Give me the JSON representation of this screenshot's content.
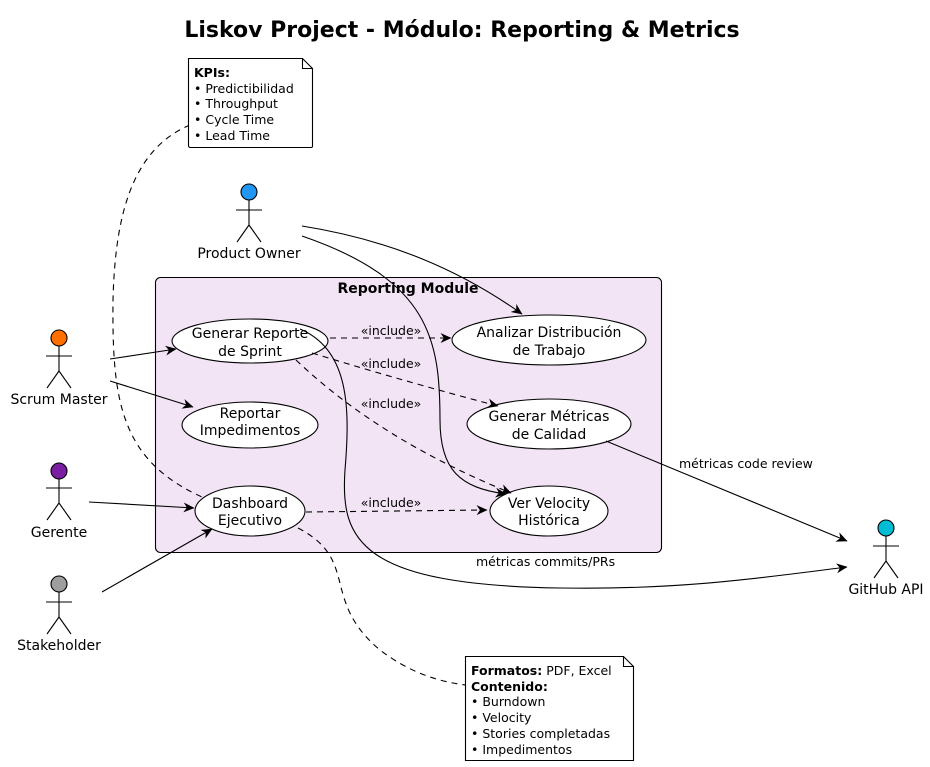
{
  "title": "Liskov Project - Módulo: Reporting & Metrics",
  "package": {
    "title": "Reporting Module",
    "fill": "#f2e4f4"
  },
  "actors": {
    "product_owner": {
      "label": "Product Owner",
      "color": "#2196f3"
    },
    "scrum_master": {
      "label": "Scrum Master",
      "color": "#ff6f00"
    },
    "gerente": {
      "label": "Gerente",
      "color": "#7b1fa2"
    },
    "stakeholder": {
      "label": "Stakeholder",
      "color": "#9e9e9e"
    },
    "github_api": {
      "label": "GitHub API",
      "color": "#00bcd4"
    }
  },
  "use_cases": {
    "generar_reporte": {
      "line1": "Generar Reporte",
      "line2": "de Sprint"
    },
    "reportar_impedimentos": {
      "line1": "Reportar",
      "line2": "Impedimentos"
    },
    "dashboard": {
      "line1": "Dashboard",
      "line2": "Ejecutivo"
    },
    "analizar": {
      "line1": "Analizar Distribución",
      "line2": "de Trabajo"
    },
    "metricas_calidad": {
      "line1": "Generar Métricas",
      "line2": "de Calidad"
    },
    "velocity": {
      "line1": "Ver Velocity",
      "line2": "Histórica"
    }
  },
  "edge_labels": {
    "include": "«include»",
    "code_review": "métricas code review",
    "commits": "métricas commits/PRs"
  },
  "notes": {
    "kpis": {
      "heading": "KPIs:",
      "items": [
        "• Predictibilidad",
        "• Throughput",
        "• Cycle Time",
        "• Lead Time"
      ]
    },
    "report": {
      "formats_label": "Formatos:",
      "formats_value": " PDF, Excel",
      "content_label": "Contenido:",
      "items": [
        "• Burndown",
        "• Velocity",
        "• Stories completadas",
        "• Impedimentos"
      ]
    }
  }
}
